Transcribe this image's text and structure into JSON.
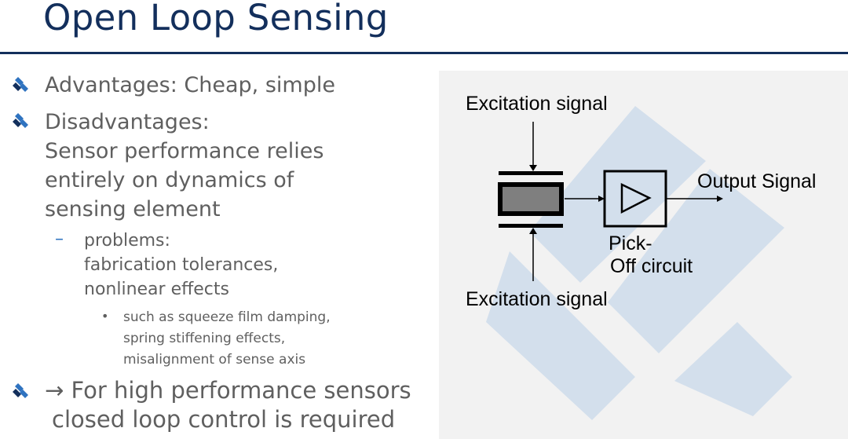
{
  "slide": {
    "title": "Open Loop Sensing"
  },
  "bullets": {
    "advantages": "Advantages: Cheap, simple",
    "disadvantages_head": "Disadvantages:",
    "disadvantages_body": [
      "Sensor performance relies",
      "entirely on dynamics of",
      "sensing element"
    ],
    "problems_head": "problems:",
    "problems_body": [
      "fabrication tolerances,",
      "nonlinear effects"
    ],
    "examples": [
      "such as squeeze film damping,",
      "spring stiffening effects,",
      "misalignment of sense axis"
    ],
    "conclusion": [
      "→ For high performance sensors",
      "closed loop control is required"
    ]
  },
  "diagram": {
    "excitation_top": "Excitation signal",
    "excitation_bottom": "Excitation signal",
    "output_signal": "Output Signal",
    "pickoff_line1": "Pick-",
    "pickoff_line2": "Off circuit"
  },
  "colors": {
    "title": "#132f5c",
    "body_text": "#5f5f5f",
    "bullet_blue": "#2f73c0",
    "bullet_dark": "#132f5c",
    "sensor_fill": "#7f7f7f",
    "watermark": "#d3dfec"
  },
  "icons": {
    "bullet": "diamond-bullet-icon",
    "amplifier": "amplifier-triangle-icon",
    "background": "watermark-logo"
  }
}
